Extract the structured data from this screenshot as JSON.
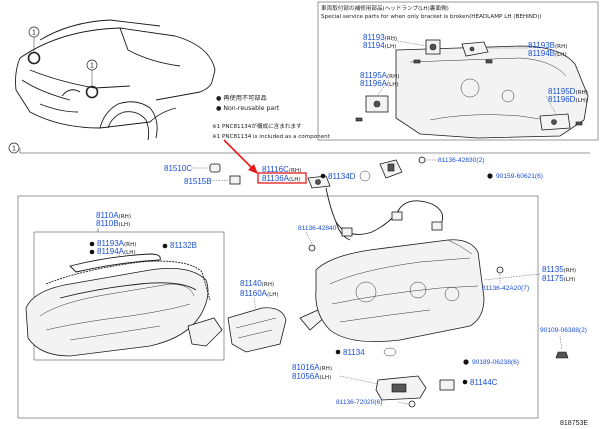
{
  "notes": {
    "jp_special": "車両取付部の補修用部品(ヘッドランプ(LH)裏面側)",
    "en_special": "Special service parts for when only bracket is broken(HEADLAMP LH (BEHIND))",
    "jp_nonreusable": "● 再使用不可部品",
    "en_nonreusable": "● Non-reusable part",
    "jp_pnc": "※1 PNC81134が構成に含まれます",
    "en_pnc": "※1 PNC81134 is included as a component"
  },
  "callouts": [
    "1",
    "1",
    "1"
  ],
  "parts": {
    "p81193": "81193",
    "p81193_side": "(RH)",
    "p81194": "81194",
    "p81194_side": "(LH)",
    "p81193B": "81193B",
    "p81193B_side": "(RH)",
    "p81194B": "81194B",
    "p81194B_side": "(LH)",
    "p81195A": "81195A",
    "p81195A_side": "(RH)",
    "p81196A": "81196A",
    "p81196A_side": "(LH)",
    "p81195D": "81195D",
    "p81195D_side": "(RH)",
    "p81196D": "81196D",
    "p81196D_side": "(LH)",
    "p81510C": "81510C",
    "p81515B": "81515B",
    "p81116C": "81116C",
    "p81116C_side": "(RH)",
    "p81136A": "81136A",
    "p81136A_side": "(LH)",
    "p81134D": "81134D",
    "p81136_42830": "81136-42830",
    "p81136_42830_qty": "(2)",
    "p90159_60621": "90159-60621",
    "p90159_60621_qty": "(6)",
    "p8110A": "8110A",
    "p8110A_side": "(RH)",
    "p8110B": "8110B",
    "p8110B_side": "(LH)",
    "p81193A": "81193A",
    "p81193A_side": "(RH)",
    "p81194A": "81194A",
    "p81194A_side": "(LH)",
    "p81132B": "81132B",
    "p81136_42840": "81136-42840",
    "p81135": "81135",
    "p81135_side": "(RH)",
    "p81175": "81175",
    "p81175_side": "(LH)",
    "p81136_42A20": "81136-42A20",
    "p81136_42A20_qty": "(7)",
    "p81140": "81140",
    "p81140_side": "(RH)",
    "p81160A": "81160A",
    "p81160A_side": "(LH)",
    "p90109_06388": "90109-06388",
    "p90109_06388_qty": "(2)",
    "p81134": "81134",
    "p90189_06238": "90189-06238",
    "p90189_06238_qty": "(6)",
    "p81016A": "81016A",
    "p81016A_side": "(RH)",
    "p81056A": "81056A",
    "p81056A_side": "(LH)",
    "p81144C": "81144C",
    "p81136_72020": "81136-72020",
    "p81136_72020_qty": "(6)"
  },
  "diagram_ref": "818753E",
  "colors": {
    "part_number": "#1a4fd6",
    "highlight_box": "#e8191a",
    "line": "#222222"
  }
}
